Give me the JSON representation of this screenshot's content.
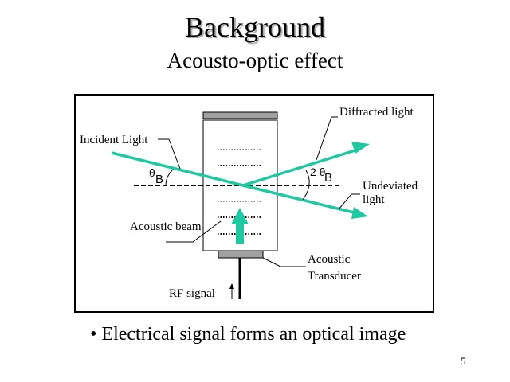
{
  "slide": {
    "title": "Background",
    "subtitle": "Acousto-optic effect",
    "bullet_marker": "•",
    "bullet_text": "Electrical signal forms an optical image",
    "page_number": "5"
  },
  "diagram": {
    "labels": {
      "incident_light": "Incident Light",
      "diffracted_light": "Diffracted light",
      "undeviated_light_line1": "Undeviated",
      "undeviated_light_line2": "light",
      "acoustic_beam": "Acoustic beam",
      "acoustic_transducer_line1": "Acoustic",
      "acoustic_transducer_line2": "Transducer",
      "rf_signal": "RF signal",
      "theta": "θ",
      "theta_sub": "B",
      "two_theta_prefix": "2 θ",
      "two_theta_sub": "B"
    },
    "colors": {
      "beam": "#1ec8a0",
      "transducer": "#a0a0a0",
      "line": "#000000"
    }
  }
}
